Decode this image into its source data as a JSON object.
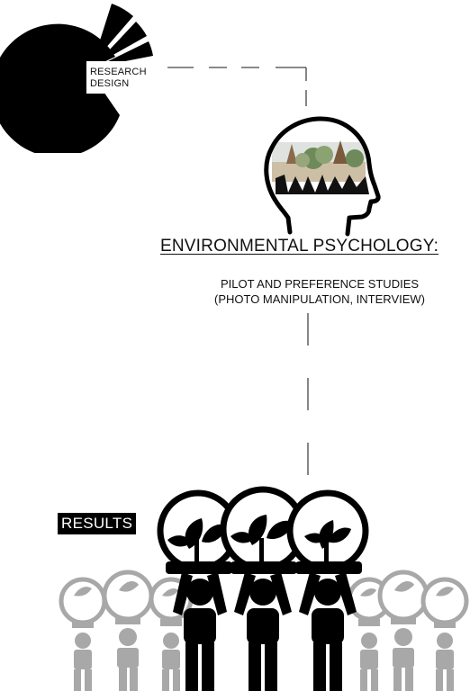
{
  "research": {
    "line1": "RESEARCH",
    "line2": "DESIGN"
  },
  "step": {
    "heading": "ENVIRONMENTAL PSYCHOLOGY:",
    "line1": "PILOT AND PREFERENCE STUDIES",
    "line2": "(PHOTO MANIPULATION, INTERVIEW)"
  },
  "results": {
    "label": "RESULTS"
  },
  "colors": {
    "ink": "#000000",
    "grey": "#a6a6a6",
    "accent_brown": "#8a6a4a",
    "accent_green": "#6f8a5a"
  },
  "icons": [
    "pie-chart-icon",
    "head-with-landscape-icon",
    "people-holding-plants-icon"
  ]
}
